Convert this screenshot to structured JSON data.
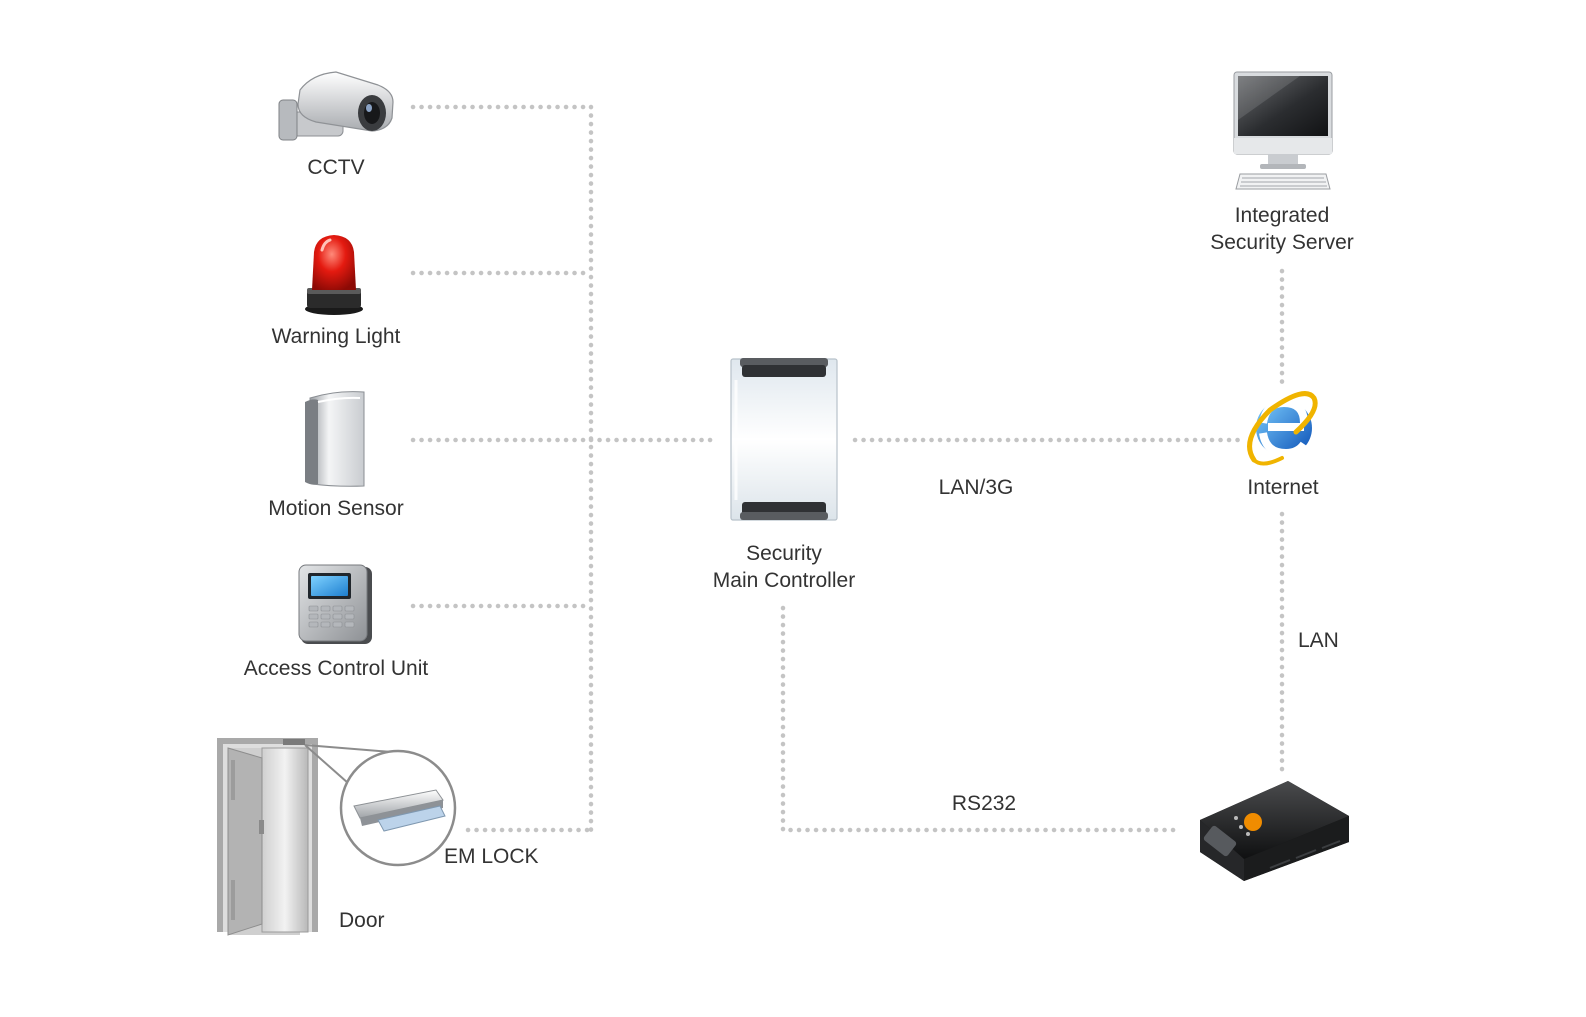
{
  "devices": {
    "cctv": {
      "label": "CCTV",
      "icon": "cctv-camera-icon"
    },
    "warning_light": {
      "label": "Warning Light",
      "icon": "warning-light-icon"
    },
    "motion_sensor": {
      "label": "Motion Sensor",
      "icon": "motion-sensor-icon"
    },
    "access_control": {
      "label": "Access Control Unit",
      "icon": "access-control-keypad-icon"
    },
    "door": {
      "label": "Door",
      "icon": "door-icon"
    },
    "em_lock": {
      "label": "EM LOCK",
      "icon": "em-lock-icon"
    },
    "controller": {
      "label_line1": "Security",
      "label_line2": "Main Controller",
      "icon": "security-controller-icon"
    },
    "server": {
      "label_line1": "Integrated",
      "label_line2": "Security Server",
      "icon": "monitor-icon"
    },
    "internet": {
      "label": "Internet",
      "icon": "internet-explorer-icon"
    },
    "converter": {
      "icon": "serial-converter-icon"
    }
  },
  "connections": {
    "lan_3g": "LAN/3G",
    "lan": "LAN",
    "rs232": "RS232"
  },
  "colors": {
    "connector": "#c4c4c4",
    "text": "#333333",
    "alarm_red": "#e01010",
    "ie_blue": "#1e6fd0",
    "ie_ring": "#f0b400"
  }
}
